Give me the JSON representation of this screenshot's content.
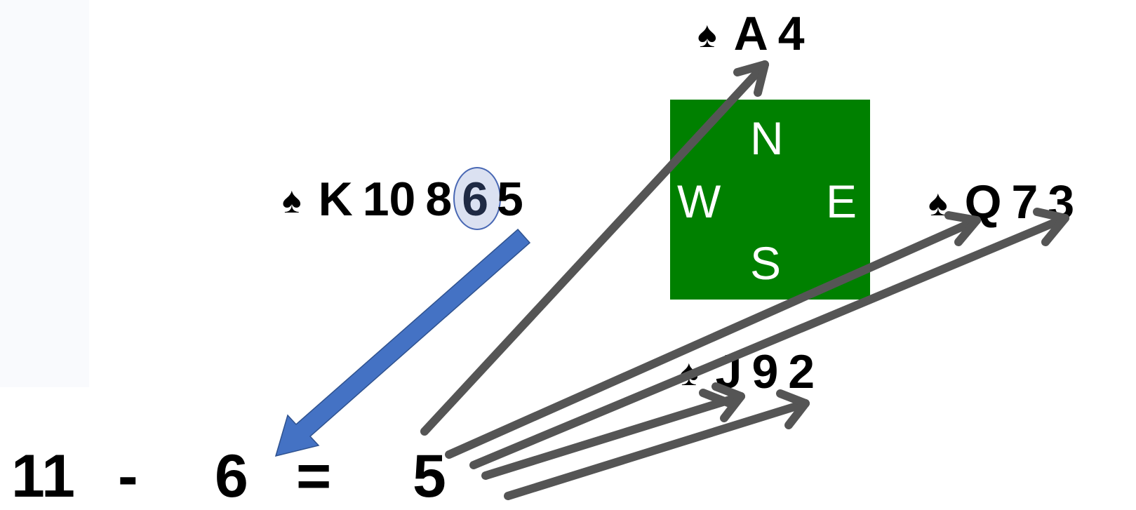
{
  "hands": {
    "north": {
      "suit": "♠",
      "cards": [
        "A",
        "4"
      ]
    },
    "west": {
      "suit": "♠",
      "cards": [
        "K",
        "10",
        "8",
        "6",
        "5"
      ],
      "highlighted": "6"
    },
    "east": {
      "suit": "♠",
      "cards": [
        "Q",
        "7",
        "3"
      ]
    },
    "south": {
      "suit": "♠",
      "cards": [
        "J",
        "9",
        "2"
      ]
    }
  },
  "table": {
    "n": "N",
    "w": "W",
    "e": "E",
    "s": "S",
    "color": "#008000"
  },
  "equation": {
    "a": "11",
    "minus": "-",
    "b": "6",
    "equals": "=",
    "result": "5"
  },
  "colors": {
    "highlight_arrow": "#4472c4",
    "grey_arrow": "#555555"
  }
}
